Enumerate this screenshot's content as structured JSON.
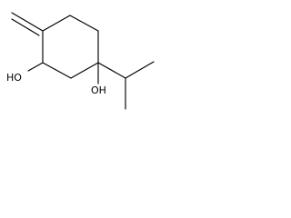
{
  "structure": {
    "atoms": [
      {
        "id": "c_methylene",
        "element": "C",
        "label": ""
      },
      {
        "id": "c_ring_1",
        "element": "C",
        "label": ""
      },
      {
        "id": "c_ring_2",
        "element": "C",
        "label": ""
      },
      {
        "id": "c_ring_3",
        "element": "C",
        "label": ""
      },
      {
        "id": "c_ring_4",
        "element": "C",
        "label": ""
      },
      {
        "id": "c_ring_5",
        "element": "C",
        "label": ""
      },
      {
        "id": "c_ring_6",
        "element": "C",
        "label": ""
      },
      {
        "id": "o_hydroxyl_left",
        "element": "O",
        "label": "HO"
      },
      {
        "id": "o_hydroxyl_right",
        "element": "O",
        "label": "OH"
      },
      {
        "id": "c_isopropyl_ch",
        "element": "C",
        "label": ""
      },
      {
        "id": "c_isopropyl_me1",
        "element": "C",
        "label": ""
      },
      {
        "id": "c_isopropyl_me2",
        "element": "C",
        "label": ""
      }
    ],
    "bonds": [
      {
        "id": "b1",
        "from": "c_methylene",
        "to": "c_ring_1",
        "order": 2
      },
      {
        "id": "b2",
        "from": "c_ring_1",
        "to": "c_ring_2",
        "order": 1
      },
      {
        "id": "b3",
        "from": "c_ring_2",
        "to": "c_ring_3",
        "order": 1
      },
      {
        "id": "b4",
        "from": "c_ring_3",
        "to": "c_ring_4",
        "order": 1
      },
      {
        "id": "b5",
        "from": "c_ring_4",
        "to": "c_ring_5",
        "order": 1
      },
      {
        "id": "b6",
        "from": "c_ring_5",
        "to": "c_ring_6",
        "order": 1
      },
      {
        "id": "b7",
        "from": "c_ring_6",
        "to": "c_ring_1",
        "order": 1
      },
      {
        "id": "b8",
        "from": "c_ring_6",
        "to": "o_hydroxyl_left",
        "order": 1
      },
      {
        "id": "b9",
        "from": "c_ring_4",
        "to": "o_hydroxyl_right",
        "order": 1
      },
      {
        "id": "b10",
        "from": "c_ring_4",
        "to": "c_isopropyl_ch",
        "order": 1
      },
      {
        "id": "b11",
        "from": "c_isopropyl_ch",
        "to": "c_isopropyl_me1",
        "order": 1
      },
      {
        "id": "b12",
        "from": "c_isopropyl_ch",
        "to": "c_isopropyl_me2",
        "order": 1
      }
    ]
  },
  "labels": {
    "left_hydroxyl": "HO",
    "right_hydroxyl": "OH"
  }
}
